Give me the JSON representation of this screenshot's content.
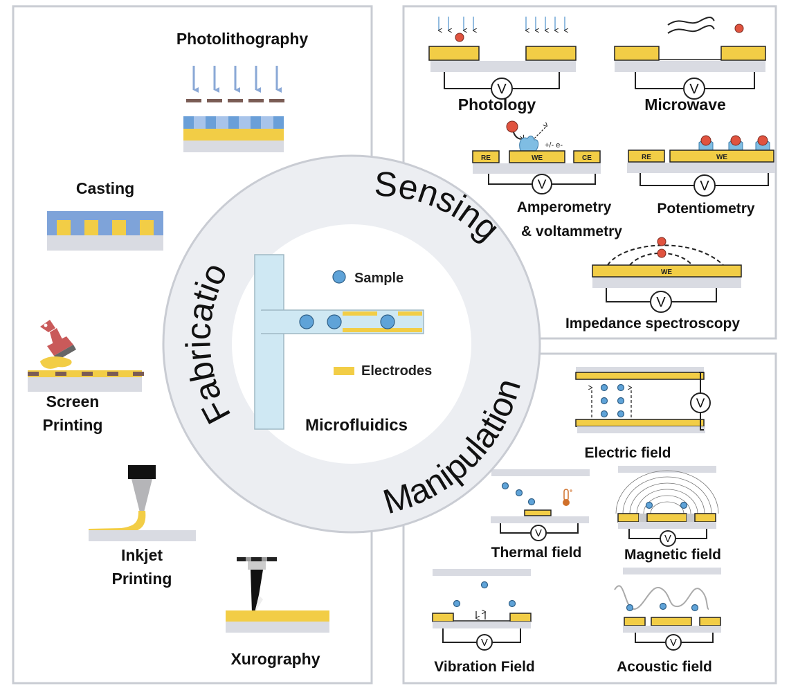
{
  "colors": {
    "electrode": "#f2cd46",
    "substrate": "#d9dbe2",
    "analyte": "#e0533f",
    "particle": "#5fa3d8",
    "channel": "#cfe8f3",
    "ring": "#eceef2",
    "panel_border": "#c9ccd3"
  },
  "voltmeter_label": "V",
  "ring": {
    "fabrication": "Fabrication",
    "sensing": "Sensing",
    "manipulation": "Manipulation"
  },
  "center": {
    "title": "Microfluidics",
    "legend_sample": "Sample",
    "legend_electrodes": "Electrodes"
  },
  "fabrication": {
    "photolithography": "Photolithography",
    "casting": "Casting",
    "screen_printing": [
      "Screen",
      "Printing"
    ],
    "inkjet_printing": [
      "Inkjet",
      "Printing"
    ],
    "xurography": "Xurography"
  },
  "sensing": {
    "photology": "Photology",
    "microwave": "Microwave",
    "amperometry": [
      "Amperometry",
      "& voltammetry"
    ],
    "potentiometry": "Potentiometry",
    "impedance": "Impedance spectroscopy",
    "electron_transfer": "+/- e-",
    "electrodes": {
      "re": "RE",
      "we": "WE",
      "ce": "CE"
    }
  },
  "manipulation": {
    "electric": "Electric field",
    "thermal": "Thermal field",
    "magnetic": "Magnetic field",
    "vibration": "Vibration Field",
    "acoustic": "Acoustic field"
  }
}
